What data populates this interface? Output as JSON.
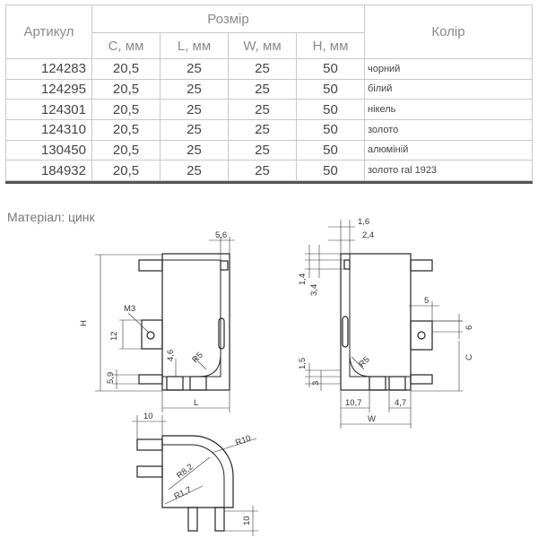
{
  "table": {
    "article_header": "Артикул",
    "size_header": "Розмір",
    "color_header": "Колір",
    "columns": [
      "C, мм",
      "L, мм",
      "W, мм",
      "H, мм"
    ],
    "rows": [
      {
        "article": "124283",
        "c": "20,5",
        "l": "25",
        "w": "25",
        "h": "50",
        "color": "чорний"
      },
      {
        "article": "124295",
        "c": "20,5",
        "l": "25",
        "w": "25",
        "h": "50",
        "color": "білий"
      },
      {
        "article": "124301",
        "c": "20,5",
        "l": "25",
        "w": "25",
        "h": "50",
        "color": "нікель"
      },
      {
        "article": "124310",
        "c": "20,5",
        "l": "25",
        "w": "25",
        "h": "50",
        "color": "золото"
      },
      {
        "article": "130450",
        "c": "20,5",
        "l": "25",
        "w": "25",
        "h": "50",
        "color": "алюміній"
      },
      {
        "article": "184932",
        "c": "20,5",
        "l": "25",
        "w": "25",
        "h": "50",
        "color": "золото ral 1923"
      }
    ]
  },
  "material": "Матеріал: цинк",
  "drawing": {
    "front": {
      "dim_top": "5,6",
      "dim_h": "H",
      "dim_m3": "M3",
      "dim_12": "12",
      "dim_46": "4,6",
      "dim_r5": "R5",
      "dim_59": "5,9",
      "dim_l": "L"
    },
    "side": {
      "dim_16": "1,6",
      "dim_24": "2,4",
      "dim_14": "1,4",
      "dim_34": "3,4",
      "dim_5": "5",
      "dim_6": "6",
      "dim_r5": "R5",
      "dim_15": "1,5",
      "dim_3": "3",
      "dim_c": "C",
      "dim_107": "10,7",
      "dim_47": "4,7",
      "dim_w": "W"
    },
    "top": {
      "dim_10a": "10",
      "dim_r10": "R10",
      "dim_r82": "R8,2",
      "dim_r17": "R1,7",
      "dim_10b": "10"
    }
  }
}
